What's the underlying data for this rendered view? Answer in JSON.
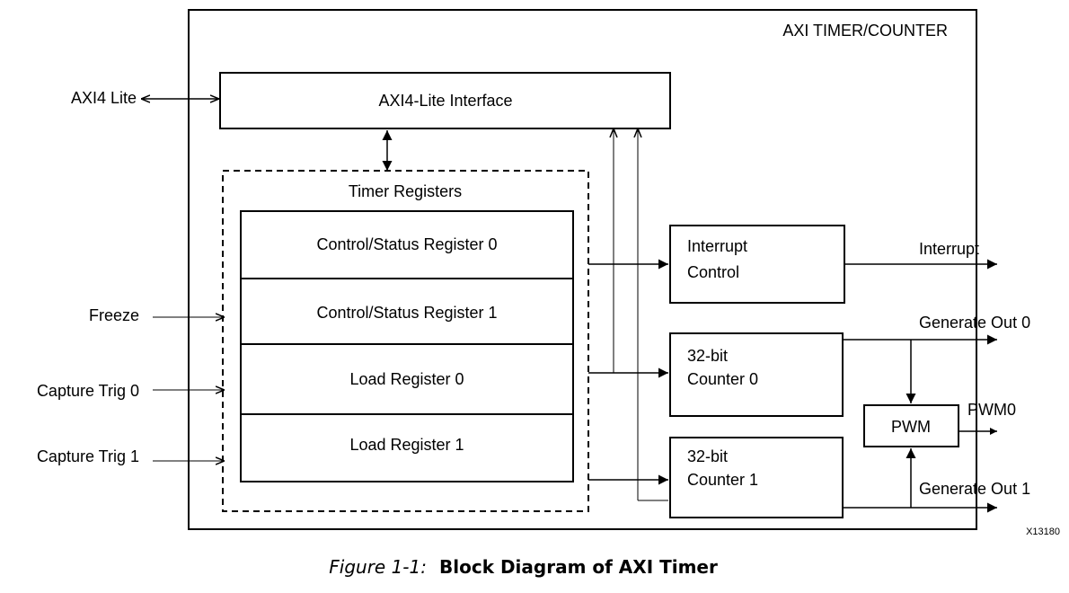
{
  "diagram": {
    "outer_title": "AXI TIMER/COUNTER",
    "axi_interface": "AXI4-Lite Interface",
    "axi_external": "AXI4 Lite",
    "timer_registers_title": "Timer Registers",
    "registers": [
      "Control/Status Register 0",
      "Control/Status Register 1",
      "Load Register 0",
      "Load Register 1"
    ],
    "interrupt_control": [
      "Interrupt",
      "Control"
    ],
    "counter0": [
      "32-bit",
      "Counter 0"
    ],
    "counter1": [
      "32-bit",
      "Counter 1"
    ],
    "pwm": "PWM",
    "inputs": {
      "freeze": "Freeze",
      "capture0": "Capture Trig 0",
      "capture1": "Capture Trig 1"
    },
    "outputs": {
      "interrupt": "Interrupt",
      "gen0": "Generate Out 0",
      "pwm0": "PWM0",
      "gen1": "Generate Out 1"
    },
    "figure_id": "X13180"
  },
  "caption": {
    "number": "Figure 1-1:",
    "title": "Block Diagram of AXI Timer"
  }
}
